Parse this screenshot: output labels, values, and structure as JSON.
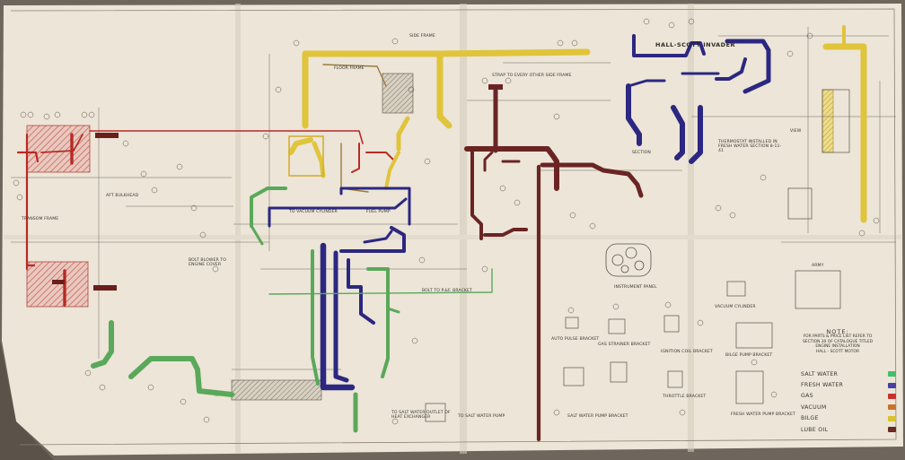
{
  "diagram": {
    "engine_label": "HALL-SCOTT INVADER",
    "labels": {
      "side_frame": "SIDE FRAME",
      "floor_frame": "FLOOR FRAME",
      "strap": "STRAP TO EVERY OTHER SIDE FRAME",
      "aft_bulkhead": "AFT BULKHEAD",
      "transom_frame": "TRANSOM FRAME",
      "bolt_blower": "BOLT BLOWER TO ENGINE COVER",
      "fuel_pump": "FUEL PUMP",
      "vacuum_cylinder": "TO VACUUM CYLINDER",
      "instrument_panel": "INSTRUMENT PANEL",
      "auto_pulse": "AUTO PULSE BRACKET",
      "gas_strainer": "GAS STRAINER BRACKET",
      "ignition_coil": "IGNITION COIL BRACKET",
      "throttle_bracket": "THROTTLE BRACKET",
      "salt_water_pump": "SALT WATER PUMP BRACKET",
      "fresh_water_pump": "FRESH WATER PUMP BRACKET",
      "bilge_pump": "BILGE PUMP BRACKET",
      "vacuum_cylinder_part": "VACUUM CYLINDER",
      "army": "ARMY",
      "salt_water_outlet": "TO SALT WATER OUTLET OF HEAT EXCHANGER",
      "salt_water_pump_to": "TO SALT WATER PUMP",
      "thermostat": "THERMOSTAT INSTALLED IN FRESH WATER SECTION 8-11-41",
      "pf_bracket": "BOLT TO P.&F. BRACKET",
      "section": "SECTION",
      "view": "VIEW"
    },
    "note": {
      "heading": "NOTE:",
      "lines": [
        "FOR PARTS & PRICE LIST REFER TO",
        "SECTION 30 OF CATALOGUE TITLED",
        "ENGINE INSTALLATION",
        "HALL - SCOTT MOTOR"
      ]
    },
    "legend": [
      {
        "label": "SALT WATER",
        "color": "#3fbf6a"
      },
      {
        "label": "FRESH WATER",
        "color": "#4b3fa0"
      },
      {
        "label": "GAS",
        "color": "#c8322c"
      },
      {
        "label": "VACUUM",
        "color": "#c9722a"
      },
      {
        "label": "BILGE",
        "color": "#d8c22a"
      },
      {
        "label": "LUBE OIL",
        "color": "#6b2a22"
      }
    ],
    "colors": {
      "salt_water": "#5aa85a",
      "fresh_water": "#2c2780",
      "gas": "#b82a26",
      "vacuum": "#9a7a3c",
      "bilge": "#e0c43a",
      "lube_oil": "#6a2424",
      "paper": "#ece5d8",
      "ink": "#3a3530"
    }
  }
}
